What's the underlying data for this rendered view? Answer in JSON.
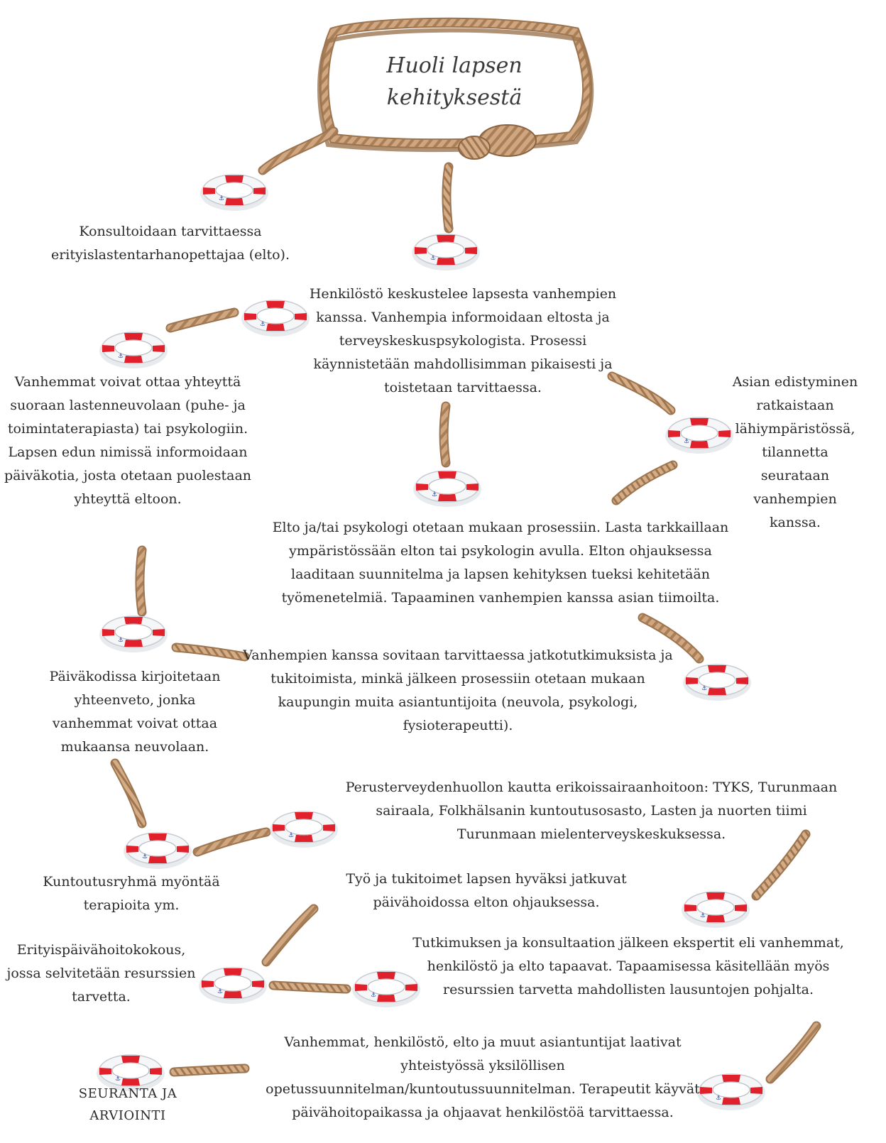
{
  "title": "Huoli lapsen kehityksestä",
  "colors": {
    "rope": "#c9a17a",
    "rope_dark": "#9c7550",
    "ring_red": "#e0202a",
    "ring_white": "#f4f6f8"
  },
  "steps": {
    "s1": "Konsultoidaan tarvittaessa erityislastentarhanopettajaa (elto).",
    "s2": "Henkilöstö keskustelee lapsesta vanhempien kanssa. Vanhempia informoidaan eltosta ja terveyskeskuspsykologista. Prosessi käynnistetään mahdollisimman pikaisesti ja toistetaan tarvittaessa.",
    "s3": "Vanhemmat voivat ottaa yhteyttä suoraan lastenneuvolaan (puhe- ja toimintaterapiasta) tai psykologiin. Lapsen edun nimissä informoidaan päiväkotia, josta otetaan puolestaan yhteyttä eltoon.",
    "s4": "Asian edistyminen ratkaistaan lähiympäristössä, tilannetta seurataan vanhempien kanssa.",
    "s5": "Elto ja/tai psykologi otetaan mukaan prosessiin. Lasta tarkkaillaan ympäristössään elton tai psykologin avulla. Elton ohjauksessa laaditaan suunnitelma ja lapsen kehityksen tueksi kehitetään työmenetelmiä. Tapaaminen vanhempien kanssa asian tiimoilta.",
    "s6": "Päiväkodissa kirjoitetaan yhteenveto, jonka vanhemmat voivat ottaa mukaansa neuvolaan.",
    "s7": "Vanhempien kanssa sovitaan tarvittaessa jatkotutkimuksista ja tukitoimista, minkä jälkeen prosessiin otetaan mukaan kaupungin muita asiantuntijoita (neuvola, psykologi, fysioterapeutti).",
    "s8": "Perusterveydenhuollon kautta erikoissairaanhoitoon: TYKS, Turunmaan sairaala, Folkhälsanin kuntoutusosasto, Lasten ja nuorten tiimi Turunmaan mielenterveyskeskuksessa.",
    "s9": "Kuntoutusryhmä myöntää terapioita ym.",
    "s10": "Työ ja tukitoimet lapsen hyväksi jatkuvat päivähoidossa elton ohjauksessa.",
    "s11": "Erityispäivähoitokokous, jossa selvitetään resurssien tarvetta.",
    "s12": "Tutkimuksen ja konsultaation jälkeen ekspertit eli vanhemmat, henkilöstö ja elto tapaavat. Tapaamisessa käsitellään myös resurssien tarvetta mahdollisten lausuntojen pohjalta.",
    "s13": "SEURANTA JA ARVIOINTI",
    "s14": "Vanhemmat, henkilöstö, elto ja muut asiantuntijat laativat yhteistyössä yksilöllisen opetussuunnitelman/kuntoutussuunnitelman. Terapeutit käyvät päivähoitopaikassa ja ohjaavat henkilöstöä tarvittaessa."
  }
}
